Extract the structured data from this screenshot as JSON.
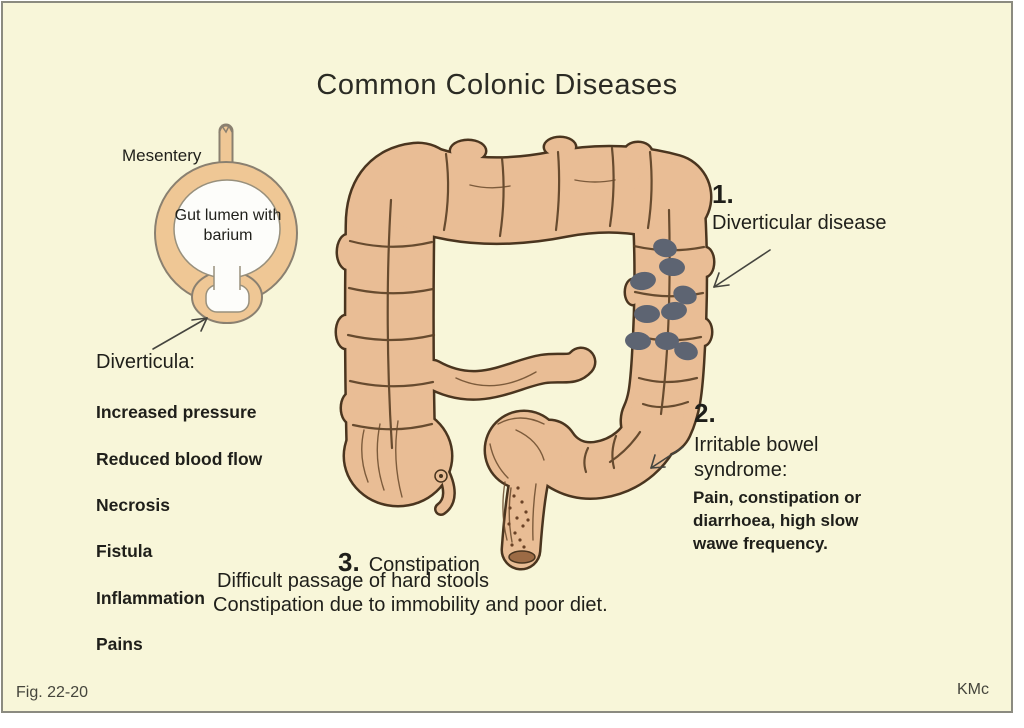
{
  "title": "Common Colonic Diseases",
  "colors": {
    "background": "#f8f6d9",
    "frame_border": "#8b8b80",
    "colon_fill": "#e9bd95",
    "colon_outline": "#4a351f",
    "cross_section_wall": "#efc795",
    "diverticula_dot": "#5d6472",
    "anus": "#9c6b45",
    "text": "#1f1f1a"
  },
  "cross_section": {
    "mesentery_label": "Mesentery",
    "lumen_label": "Gut lumen with barium",
    "heading": "Diverticula:",
    "items": [
      "Increased pressure",
      "Reduced blood flow",
      "Necrosis",
      "Fistula",
      "Inflammation",
      "Pains"
    ]
  },
  "annotations": {
    "point1": {
      "number": "1.",
      "label": "Diverticular disease"
    },
    "point2": {
      "number": "2.",
      "title": "Irritable bowel syndrome:",
      "description": "Pain, constipation or diarrhoea, high slow wawe frequency."
    },
    "point3": {
      "number": "3.",
      "label": "Constipation",
      "line1": "Difficult passage of hard stools",
      "line2": "Constipation due to immobility and poor diet."
    }
  },
  "footer": {
    "figure": "Fig. 22-20",
    "credit": "KMc"
  }
}
